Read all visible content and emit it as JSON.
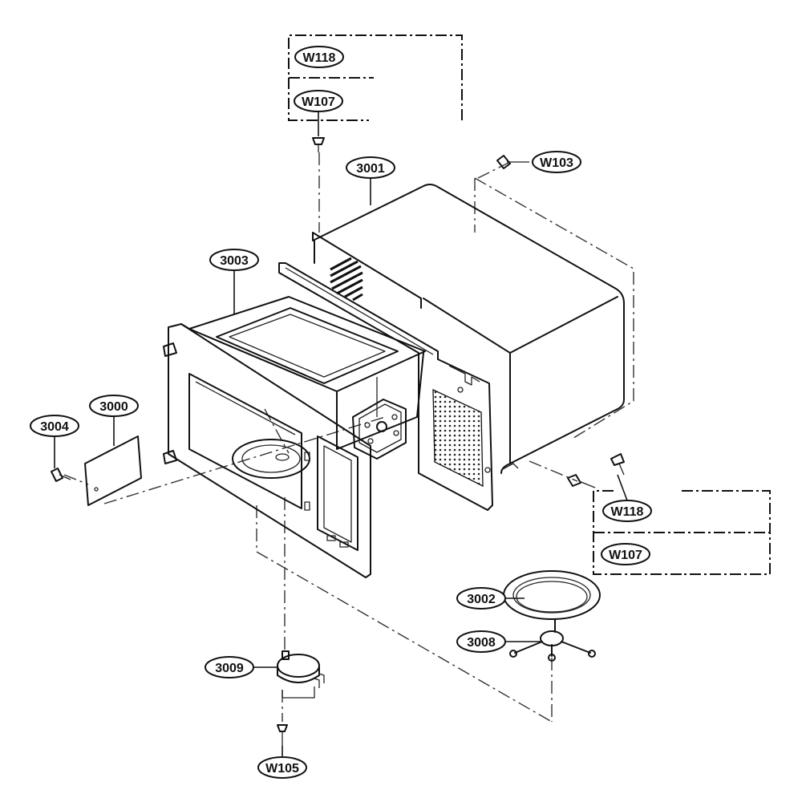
{
  "diagram": {
    "labels": {
      "w118_top": "W118",
      "w107_top": "W107",
      "p3001": "3001",
      "w103": "W103",
      "p3003": "3003",
      "p3000": "3000",
      "p3004": "3004",
      "w118_right": "W118",
      "w107_right": "W107",
      "p3002": "3002",
      "p3008": "3008",
      "p3009": "3009",
      "w105": "W105"
    }
  }
}
